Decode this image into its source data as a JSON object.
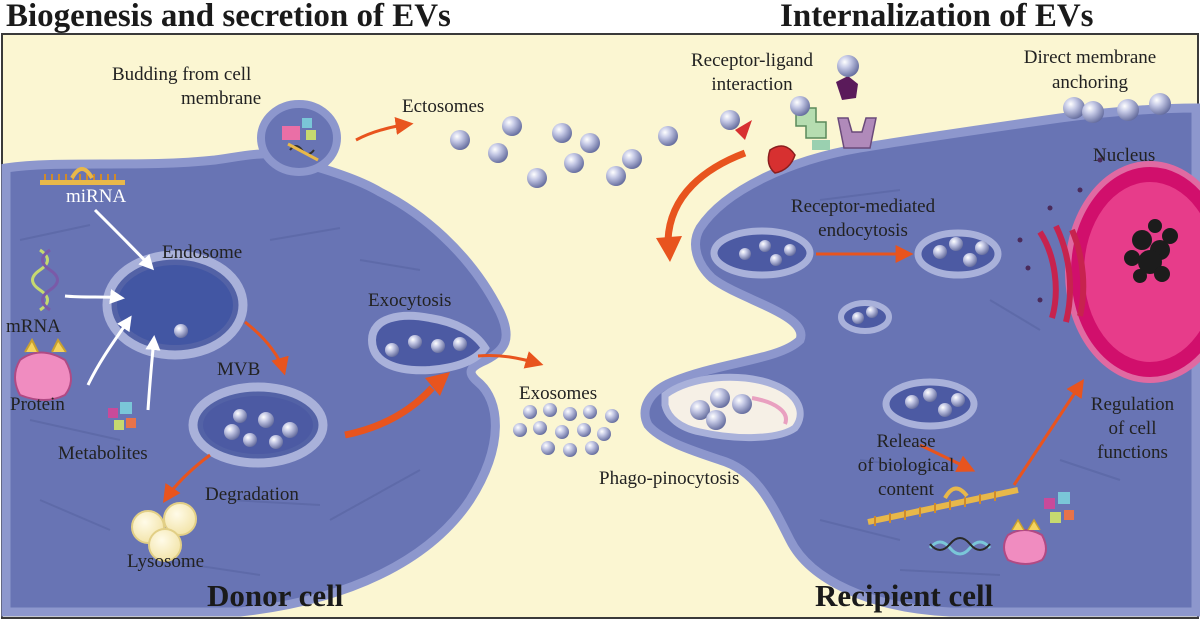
{
  "headings": {
    "left": "Biogenesis and secretion of EVs",
    "right": "Internalization of EVs"
  },
  "cells": {
    "donor": "Donor cell",
    "recipient": "Recipient cell"
  },
  "labels": {
    "budding": [
      "Budding from cell",
      "membrane"
    ],
    "ectosomes": "Ectosomes",
    "mirna": "miRNA",
    "endosome": "Endosome",
    "mrna": "mRNA",
    "protein": "Protein",
    "metabolites": "Metabolites",
    "mvb": "MVB",
    "degradation": "Degradation",
    "lysosome": "Lysosome",
    "exocytosis": "Exocytosis",
    "exosomes": "Exosomes",
    "receptor_ligand": [
      "Receptor-ligand",
      "interaction"
    ],
    "direct_anchoring": [
      "Direct membrane",
      "anchoring"
    ],
    "nucleus": "Nucleus",
    "receptor_mediated": [
      "Receptor-mediated",
      "endocytosis"
    ],
    "phago": "Phago-pinocytosis",
    "release": [
      "Release",
      "of biological",
      "content"
    ],
    "regulation": [
      "Regulation",
      "of cell",
      "functions"
    ]
  },
  "colors": {
    "background": "#fbf6d2",
    "cytoplasm": "#6874b4",
    "membrane": "#8d97cd",
    "nucleus": "#d10f6c",
    "arrow": "#e8541e",
    "vesicle": "#9fa6cf"
  }
}
